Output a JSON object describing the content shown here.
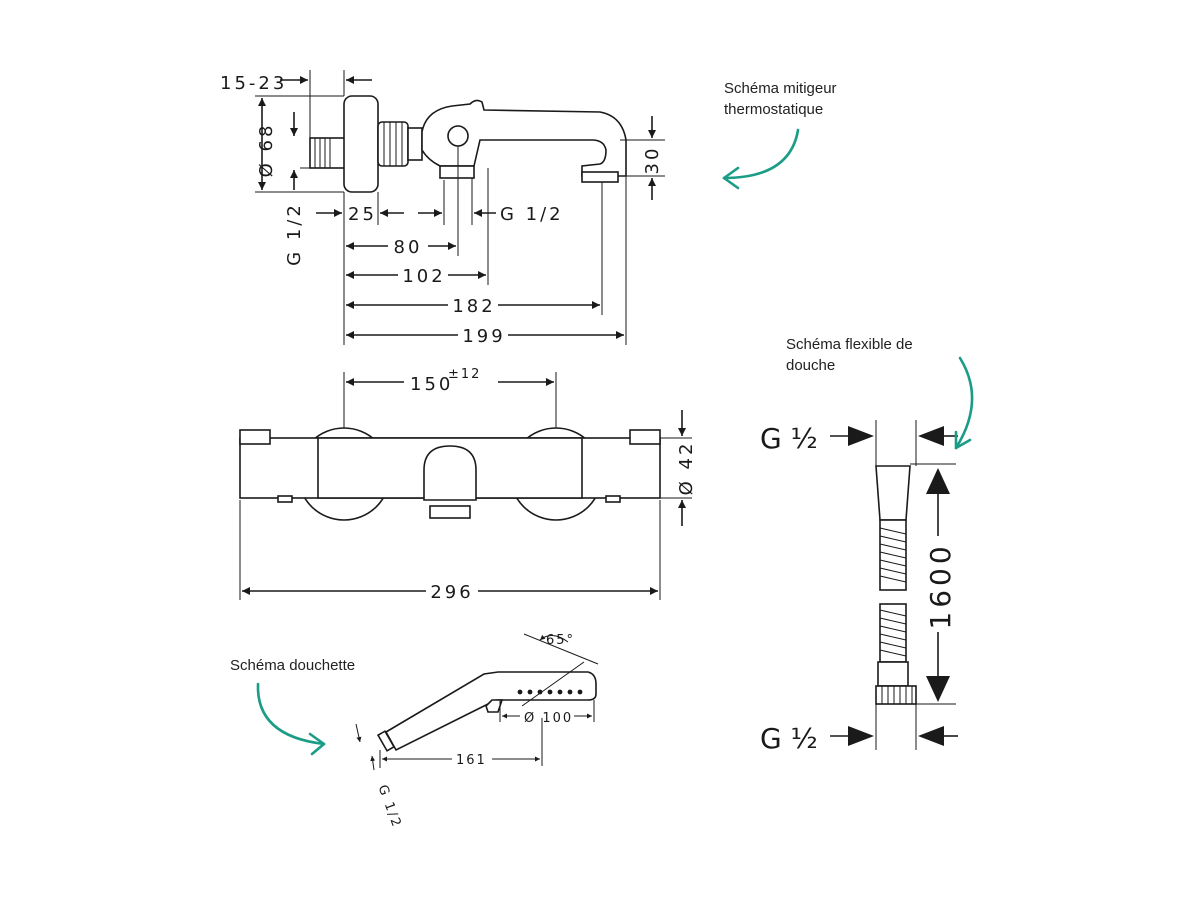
{
  "captions": {
    "mixer_line1": "Schéma mitigeur",
    "mixer_line2": "thermostatique",
    "hose_line1": "Schéma flexible de",
    "hose_line2": "douche",
    "handshower": "Schéma douchette"
  },
  "mixer_side": {
    "offset": "15-23",
    "diameter": "Ø 68",
    "connection": "G 1/2",
    "d25": "25",
    "outlet": "G 1/2",
    "d80": "80",
    "d102": "102",
    "d182": "182",
    "d199": "199",
    "spout_height": "30"
  },
  "mixer_front": {
    "centers": "150",
    "tolerance": "±12",
    "body_diameter": "Ø 42",
    "length": "296"
  },
  "hose": {
    "top_thread": "G ½",
    "length": "1600",
    "bottom_thread": "G ½"
  },
  "handshower": {
    "angle": "65°",
    "head_diameter": "Ø 100",
    "length": "161",
    "thread": "G 1/2"
  },
  "colors": {
    "accent_arrows": "#1a9c86",
    "lines": "#1a1a1a"
  }
}
